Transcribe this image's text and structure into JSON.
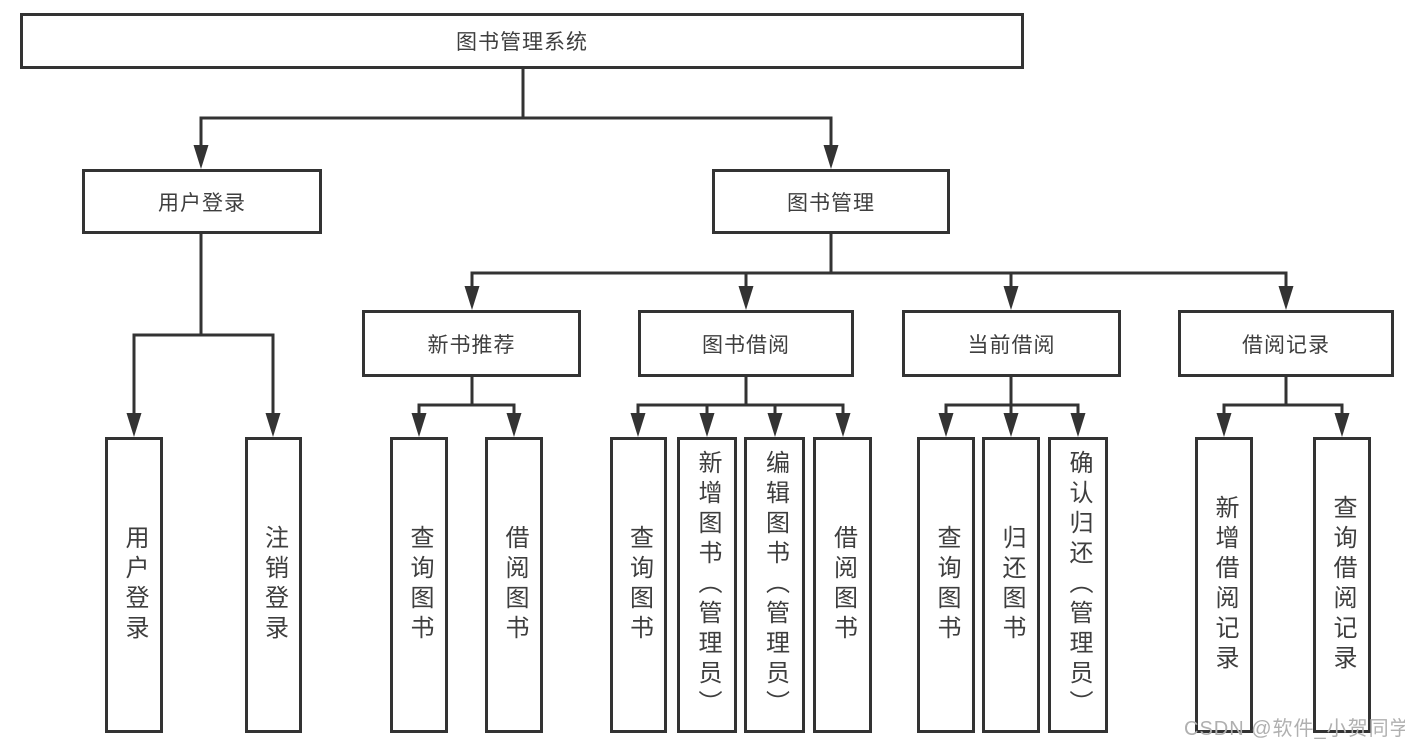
{
  "colors": {
    "line": "#333333",
    "text": "#3e3e3e",
    "bg": "#ffffff",
    "watermark": "#b0b0b0"
  },
  "root": {
    "label": "图书管理系统"
  },
  "level2": [
    {
      "label": "用户登录",
      "parent": "图书管理系统"
    },
    {
      "label": "图书管理",
      "parent": "图书管理系统"
    }
  ],
  "level3": [
    {
      "label": "新书推荐",
      "parent": "图书管理"
    },
    {
      "label": "图书借阅",
      "parent": "图书管理"
    },
    {
      "label": "当前借阅",
      "parent": "图书管理"
    },
    {
      "label": "借阅记录",
      "parent": "图书管理"
    }
  ],
  "leaves": [
    {
      "label": "用户登录",
      "parent": "用户登录"
    },
    {
      "label": "注销登录",
      "parent": "用户登录"
    },
    {
      "label": "查询图书",
      "parent": "新书推荐"
    },
    {
      "label": "借阅图书",
      "parent": "新书推荐"
    },
    {
      "label": "查询图书",
      "parent": "图书借阅"
    },
    {
      "label": "新增图书（管理员）",
      "parent": "图书借阅"
    },
    {
      "label": "编辑图书（管理员）",
      "parent": "图书借阅"
    },
    {
      "label": "借阅图书",
      "parent": "图书借阅"
    },
    {
      "label": "查询图书",
      "parent": "当前借阅"
    },
    {
      "label": "归还图书",
      "parent": "当前借阅"
    },
    {
      "label": "确认归还（管理员）",
      "parent": "当前借阅"
    },
    {
      "label": "新增借阅记录",
      "parent": "借阅记录"
    },
    {
      "label": "查询借阅记录",
      "parent": "借阅记录"
    }
  ],
  "watermark": "CSDN @软件_小贺同学"
}
